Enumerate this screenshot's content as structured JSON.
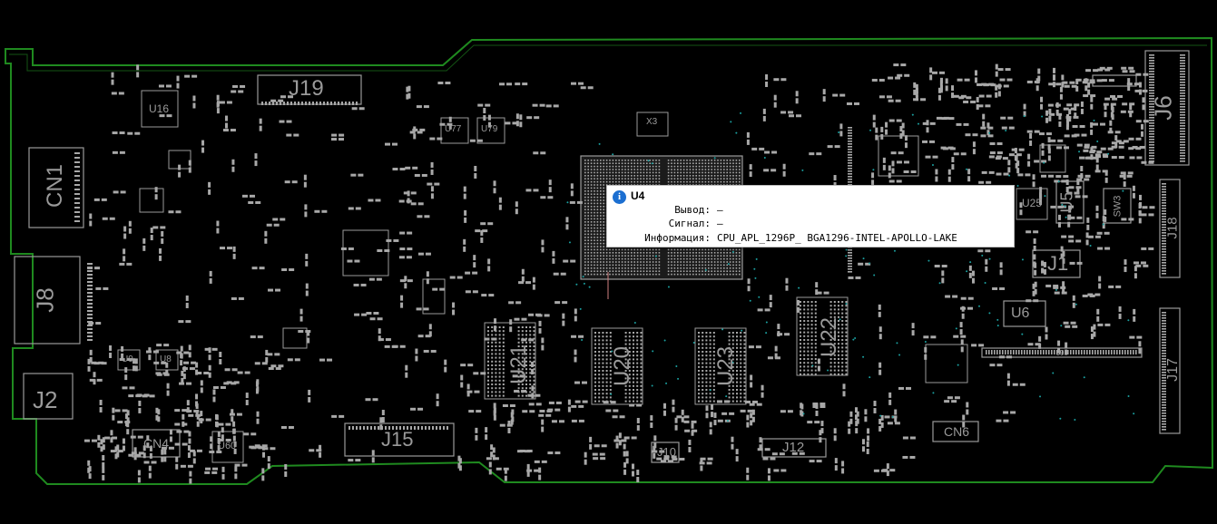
{
  "designators": [
    {
      "id": "J19",
      "text": "J19"
    },
    {
      "id": "CN1",
      "text": "CN1"
    },
    {
      "id": "J8",
      "text": "J8"
    },
    {
      "id": "J2",
      "text": "J2"
    },
    {
      "id": "CN4",
      "text": "CN4"
    },
    {
      "id": "U60",
      "text": "U60"
    },
    {
      "id": "J15",
      "text": "J15"
    },
    {
      "id": "U21",
      "text": "U21"
    },
    {
      "id": "U20",
      "text": "U20"
    },
    {
      "id": "U23",
      "text": "U23"
    },
    {
      "id": "U22",
      "text": "U22"
    },
    {
      "id": "J10",
      "text": "J10"
    },
    {
      "id": "J12",
      "text": "J12"
    },
    {
      "id": "CN6",
      "text": "CN6"
    },
    {
      "id": "J9",
      "text": "J9"
    },
    {
      "id": "J17",
      "text": "J17"
    },
    {
      "id": "J18",
      "text": "J18"
    },
    {
      "id": "J6",
      "text": "J6"
    },
    {
      "id": "J1",
      "text": "J1"
    },
    {
      "id": "U6",
      "text": "U6"
    },
    {
      "id": "U5",
      "text": "U5"
    },
    {
      "id": "SW3",
      "text": "SW3"
    },
    {
      "id": "U25",
      "text": "U25"
    },
    {
      "id": "U16",
      "text": "U16"
    },
    {
      "id": "U77",
      "text": "U77"
    },
    {
      "id": "U79",
      "text": "U79"
    },
    {
      "id": "X3",
      "text": "X3"
    },
    {
      "id": "U9",
      "text": "U9"
    },
    {
      "id": "U8",
      "text": "U8"
    }
  ],
  "tooltip": {
    "title": "U4",
    "rows": [
      {
        "label": "Вывод:",
        "value": "—"
      },
      {
        "label": "Сигнал:",
        "value": "—"
      },
      {
        "label": "Информация:",
        "value": "CPU_APL_1296P_ BGA1296-INTEL-APOLLO-LAKE"
      }
    ]
  },
  "colors": {
    "background": "#000000",
    "outline": "#1f8a1f",
    "silk": "#9a9a9a",
    "pad": "#a8a8a8",
    "via": "#1aa0a0",
    "tooltip_icon": "#1c6fd1"
  }
}
